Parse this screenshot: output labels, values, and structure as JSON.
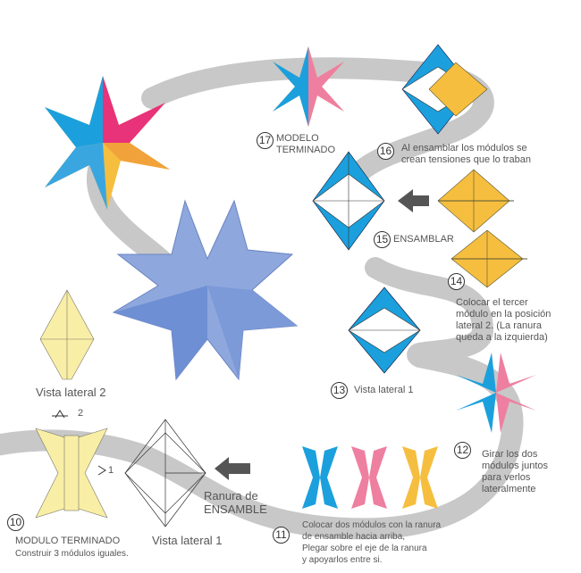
{
  "colors": {
    "ribbon": "#c8c8c8",
    "blue": "#1ba0dd",
    "pink": "#ee7fa0",
    "yellow": "#f6be3f",
    "pale_yellow": "#f9eea6",
    "light_blue": "#8ea8de",
    "arrow": "#555555"
  },
  "steps": [
    {
      "number": "10",
      "title": "MODULO TERMINADO",
      "text": "Construir 3 módulos iguales."
    },
    {
      "number": "11",
      "lines": [
        "Colocar dos módulos con la ranura",
        "de ensamble hacia arriba,",
        "Plegar sobre el eje de la ranura",
        "y apoyarlos entre si."
      ]
    },
    {
      "number": "12",
      "lines": [
        "Girar los dos",
        "módulos juntos",
        "para verlos",
        "lateralmente"
      ]
    },
    {
      "number": "13",
      "text": "Vista lateral 1"
    },
    {
      "number": "14",
      "lines": [
        "Colocar el tercer",
        "módulo en la posición",
        "lateral 2. (La ranura",
        "queda a la izquierda)"
      ]
    },
    {
      "number": "15",
      "text": "ENSAMBLAR"
    },
    {
      "number": "16",
      "lines": [
        "Al ensamblar los módulos se",
        "crean tensiones que lo traban"
      ]
    },
    {
      "number": "17",
      "lines": [
        "MODELO",
        "TERMINADO"
      ]
    }
  ],
  "labels": {
    "vista_lateral_2": "Vista lateral 2",
    "vista_lateral_1": "Vista lateral 1",
    "view_2": "2",
    "view_1": "1",
    "ranura": [
      "Ranura de",
      "ENSAMBLE"
    ]
  }
}
